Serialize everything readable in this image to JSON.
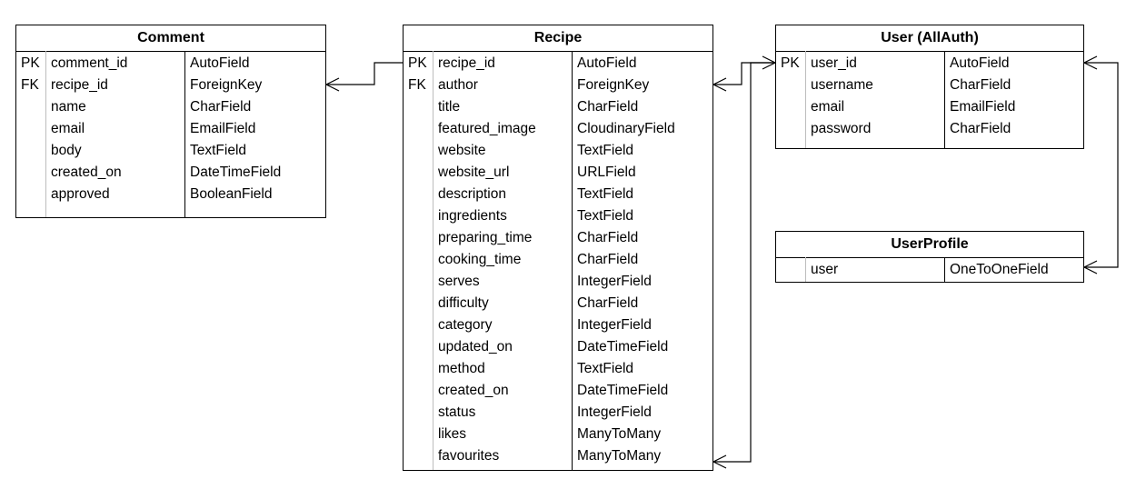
{
  "entities": [
    {
      "id": "comment",
      "title": "Comment",
      "fields": [
        {
          "key": "PK",
          "name": "comment_id",
          "type": "AutoField"
        },
        {
          "key": "FK",
          "name": "recipe_id",
          "type": "ForeignKey"
        },
        {
          "key": "",
          "name": "name",
          "type": "CharField"
        },
        {
          "key": "",
          "name": "email",
          "type": "EmailField"
        },
        {
          "key": "",
          "name": "body",
          "type": "TextField"
        },
        {
          "key": "",
          "name": "created_on",
          "type": "DateTimeField"
        },
        {
          "key": "",
          "name": "approved",
          "type": "BooleanField"
        }
      ]
    },
    {
      "id": "recipe",
      "title": "Recipe",
      "fields": [
        {
          "key": "PK",
          "name": "recipe_id",
          "type": "AutoField"
        },
        {
          "key": "FK",
          "name": "author",
          "type": "ForeignKey"
        },
        {
          "key": "",
          "name": "title",
          "type": "CharField"
        },
        {
          "key": "",
          "name": "featured_image",
          "type": "CloudinaryField"
        },
        {
          "key": "",
          "name": "website",
          "type": "TextField"
        },
        {
          "key": "",
          "name": "website_url",
          "type": "URLField"
        },
        {
          "key": "",
          "name": "description",
          "type": "TextField"
        },
        {
          "key": "",
          "name": "ingredients",
          "type": "TextField"
        },
        {
          "key": "",
          "name": "preparing_time",
          "type": "CharField"
        },
        {
          "key": "",
          "name": "cooking_time",
          "type": "CharField"
        },
        {
          "key": "",
          "name": "serves",
          "type": "IntegerField"
        },
        {
          "key": "",
          "name": "difficulty",
          "type": "CharField"
        },
        {
          "key": "",
          "name": "category",
          "type": "IntegerField"
        },
        {
          "key": "",
          "name": "updated_on",
          "type": "DateTimeField"
        },
        {
          "key": "",
          "name": "method",
          "type": "TextField"
        },
        {
          "key": "",
          "name": "created_on",
          "type": "DateTimeField"
        },
        {
          "key": "",
          "name": "status",
          "type": "IntegerField"
        },
        {
          "key": "",
          "name": "likes",
          "type": "ManyToMany"
        },
        {
          "key": "",
          "name": "favourites",
          "type": "ManyToMany"
        }
      ]
    },
    {
      "id": "user",
      "title": "User (AllAuth)",
      "fields": [
        {
          "key": "PK",
          "name": "user_id",
          "type": "AutoField"
        },
        {
          "key": "",
          "name": "username",
          "type": "CharField"
        },
        {
          "key": "",
          "name": "email",
          "type": "EmailField"
        },
        {
          "key": "",
          "name": "password",
          "type": "CharField"
        }
      ]
    },
    {
      "id": "userprofile",
      "title": "UserProfile",
      "fields": [
        {
          "key": "",
          "name": "user",
          "type": "OneToOneField"
        }
      ]
    }
  ]
}
